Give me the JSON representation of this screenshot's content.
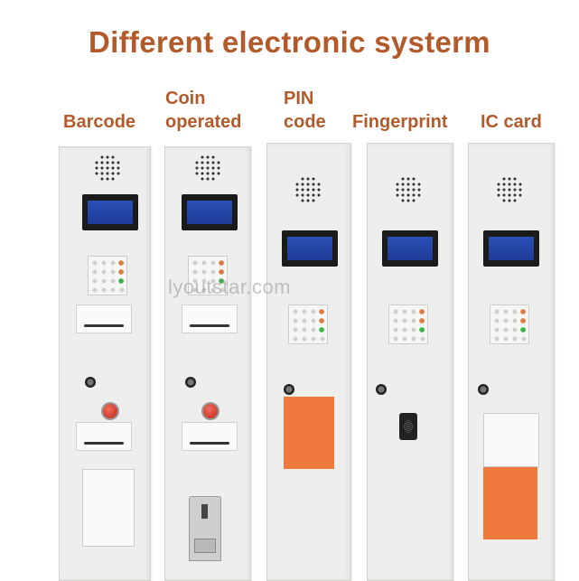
{
  "headline": "Different electronic systerm",
  "labels": {
    "barcode": "Barcode",
    "coin_line1": "Coin",
    "coin_line2": "operated",
    "pin_line1": "PIN",
    "pin_line2": "code",
    "fingerprint": "Fingerprint",
    "ic_card": "IC card"
  },
  "watermark": "lyoutstar.com"
}
